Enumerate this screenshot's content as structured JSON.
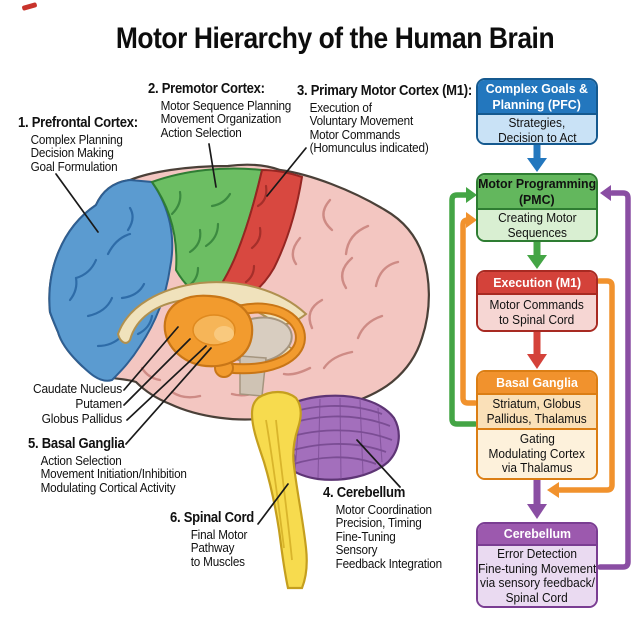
{
  "title": "Motor Hierarchy of the Human Brain",
  "labels": {
    "prefrontal": {
      "heading": "1. Prefrontal Cortex:",
      "lines": [
        "Complex Planning",
        "Decision Making",
        "Goal Formulation"
      ]
    },
    "premotor": {
      "heading": "2. Premotor Cortex:",
      "lines": [
        "Motor Sequence Planning",
        "Movement Organization",
        "Action Selection"
      ]
    },
    "primary_motor": {
      "heading": "3. Primary Motor Cortex (M1):",
      "lines": [
        "Execution of",
        "Voluntary Movement",
        "Motor Commands",
        "(Homunculus indicated)"
      ]
    },
    "cerebellum": {
      "heading": "4. Cerebellum",
      "lines": [
        "Motor Coordination",
        "Precision, Timing",
        "Fine-Tuning",
        "Sensory",
        "Feedback Integration"
      ]
    },
    "basal_ganglia": {
      "heading": "5. Basal Ganglia",
      "lines": [
        "Action Selection",
        "Movement Initiation/Inhibition",
        "Modulating Cortical Activity"
      ]
    },
    "spinal_cord": {
      "heading": "6. Spinal Cord",
      "lines": [
        "Final Motor",
        "Pathway",
        "to Muscles"
      ]
    },
    "structures": [
      "Caudate Nucleus",
      "Putamen",
      "Globus Pallidus"
    ]
  },
  "flowchart": {
    "boxes": [
      {
        "id": "pfc",
        "header": [
          "Complex Goals &",
          "Planning (PFC)"
        ],
        "sections": [
          [
            "Strategies,",
            "Decision to Act"
          ]
        ],
        "colors": {
          "header_bg": "#2377BE",
          "header_text": "#FFFFFF",
          "body_bg": "#C9E2F6",
          "border": "#15598F"
        }
      },
      {
        "id": "pmc",
        "header": [
          "Motor Programming",
          "(PMC)"
        ],
        "sections": [
          [
            "Creating Motor",
            "Sequences"
          ]
        ],
        "colors": {
          "header_bg": "#63B75D",
          "header_text": "#111111",
          "body_bg": "#D9EFD2",
          "border": "#2E7D32"
        }
      },
      {
        "id": "m1",
        "header": [
          "Execution (M1)"
        ],
        "sections": [
          [
            "Motor Commands",
            "to Spinal Cord"
          ]
        ],
        "colors": {
          "header_bg": "#D4423A",
          "header_text": "#FFFFFF",
          "body_bg": "#F6D6D3",
          "border": "#A82A22"
        }
      },
      {
        "id": "basal_ganglia",
        "header": [
          "Basal Ganglia"
        ],
        "sections": [
          [
            "Striatum, Globus",
            "Pallidus, Thalamus"
          ],
          [
            "Gating",
            "Modulating Cortex",
            "via Thalamus"
          ]
        ],
        "colors": {
          "header_bg": "#F1922D",
          "header_text": "#FFFFFF",
          "body_bg": "#FAE0B8",
          "body2_bg": "#FDF1DB",
          "border": "#DB7E14"
        }
      },
      {
        "id": "cerebellum",
        "header": [
          "Cerebellum"
        ],
        "sections": [
          [
            "Error Detection",
            "Fine-tuning Movement",
            "via sensory feedback/",
            "Spinal Cord"
          ]
        ],
        "colors": {
          "header_bg": "#9C59AE",
          "header_text": "#FFFFFF",
          "body_bg": "#EADAF1",
          "border": "#7A3D92"
        }
      }
    ],
    "arrow_colors": {
      "blue": "#2377BE",
      "green": "#44A545",
      "red": "#D4423A",
      "orange": "#F1922D",
      "purple": "#8A4EA3"
    }
  },
  "brain_colors": {
    "prefrontal_blue": "#5B9BD0",
    "premotor_green": "#6CBE63",
    "m1_red": "#D84840",
    "cortex_pink": "#F3C6C1",
    "corpus_callosum_cream": "#F0E2BC",
    "basal_ganglia_orange": "#F29B2E",
    "thalamus_grey": "#D8CDC0",
    "cerebellum_purple": "#A36FBC",
    "brainstem_yellow": "#F7DB4E"
  }
}
